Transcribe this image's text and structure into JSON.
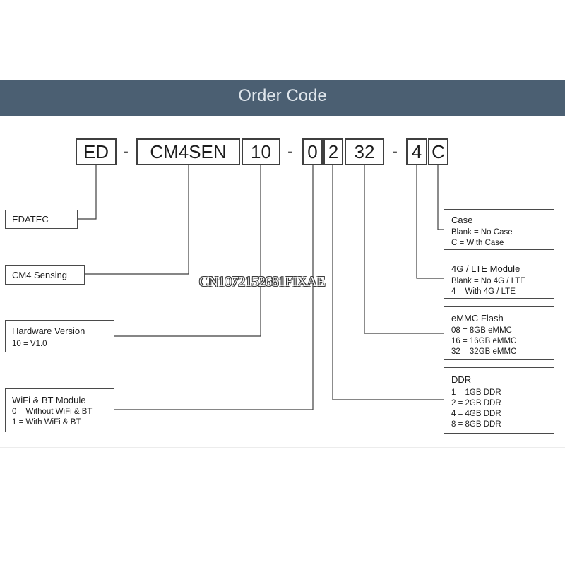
{
  "header": {
    "title": "Order Code"
  },
  "code_segments": {
    "prefix": "ED",
    "model": "CM4SEN",
    "hardware": "10",
    "wifi": "0",
    "ddr": "2",
    "emmc": "32",
    "lte": "4",
    "case": "C"
  },
  "separators": {
    "dash": "-"
  },
  "boxes": {
    "edatec": {
      "title": "EDATEC"
    },
    "cm4_sensing": {
      "title": "CM4 Sensing"
    },
    "hardware_version": {
      "title": "Hardware Version",
      "lines": [
        "10 = V1.0"
      ]
    },
    "wifi_bt": {
      "title": "WiFi & BT Module",
      "lines": [
        "0 = Without WiFi & BT",
        "1 = With WiFi & BT"
      ]
    },
    "case": {
      "title": "Case",
      "lines": [
        "Blank = No Case",
        "C = With Case"
      ]
    },
    "lte": {
      "title": "4G / LTE Module",
      "lines": [
        "Blank = No 4G / LTE",
        "4 = With 4G / LTE"
      ]
    },
    "emmc": {
      "title": "eMMC Flash",
      "lines": [
        "08 = 8GB eMMC",
        "16 = 16GB eMMC",
        "32 = 32GB eMMC"
      ]
    },
    "ddr": {
      "title": "DDR",
      "lines": [
        "1 = 1GB DDR",
        "2 = 2GB DDR",
        "4 = 4GB DDR",
        "8 = 8GB DDR"
      ]
    }
  },
  "watermark": {
    "text": "CN1072152681FIXAE"
  },
  "colors": {
    "banner": "#4b5f72",
    "banner_text": "#dfe6ec",
    "line": "#3f3f3f"
  }
}
